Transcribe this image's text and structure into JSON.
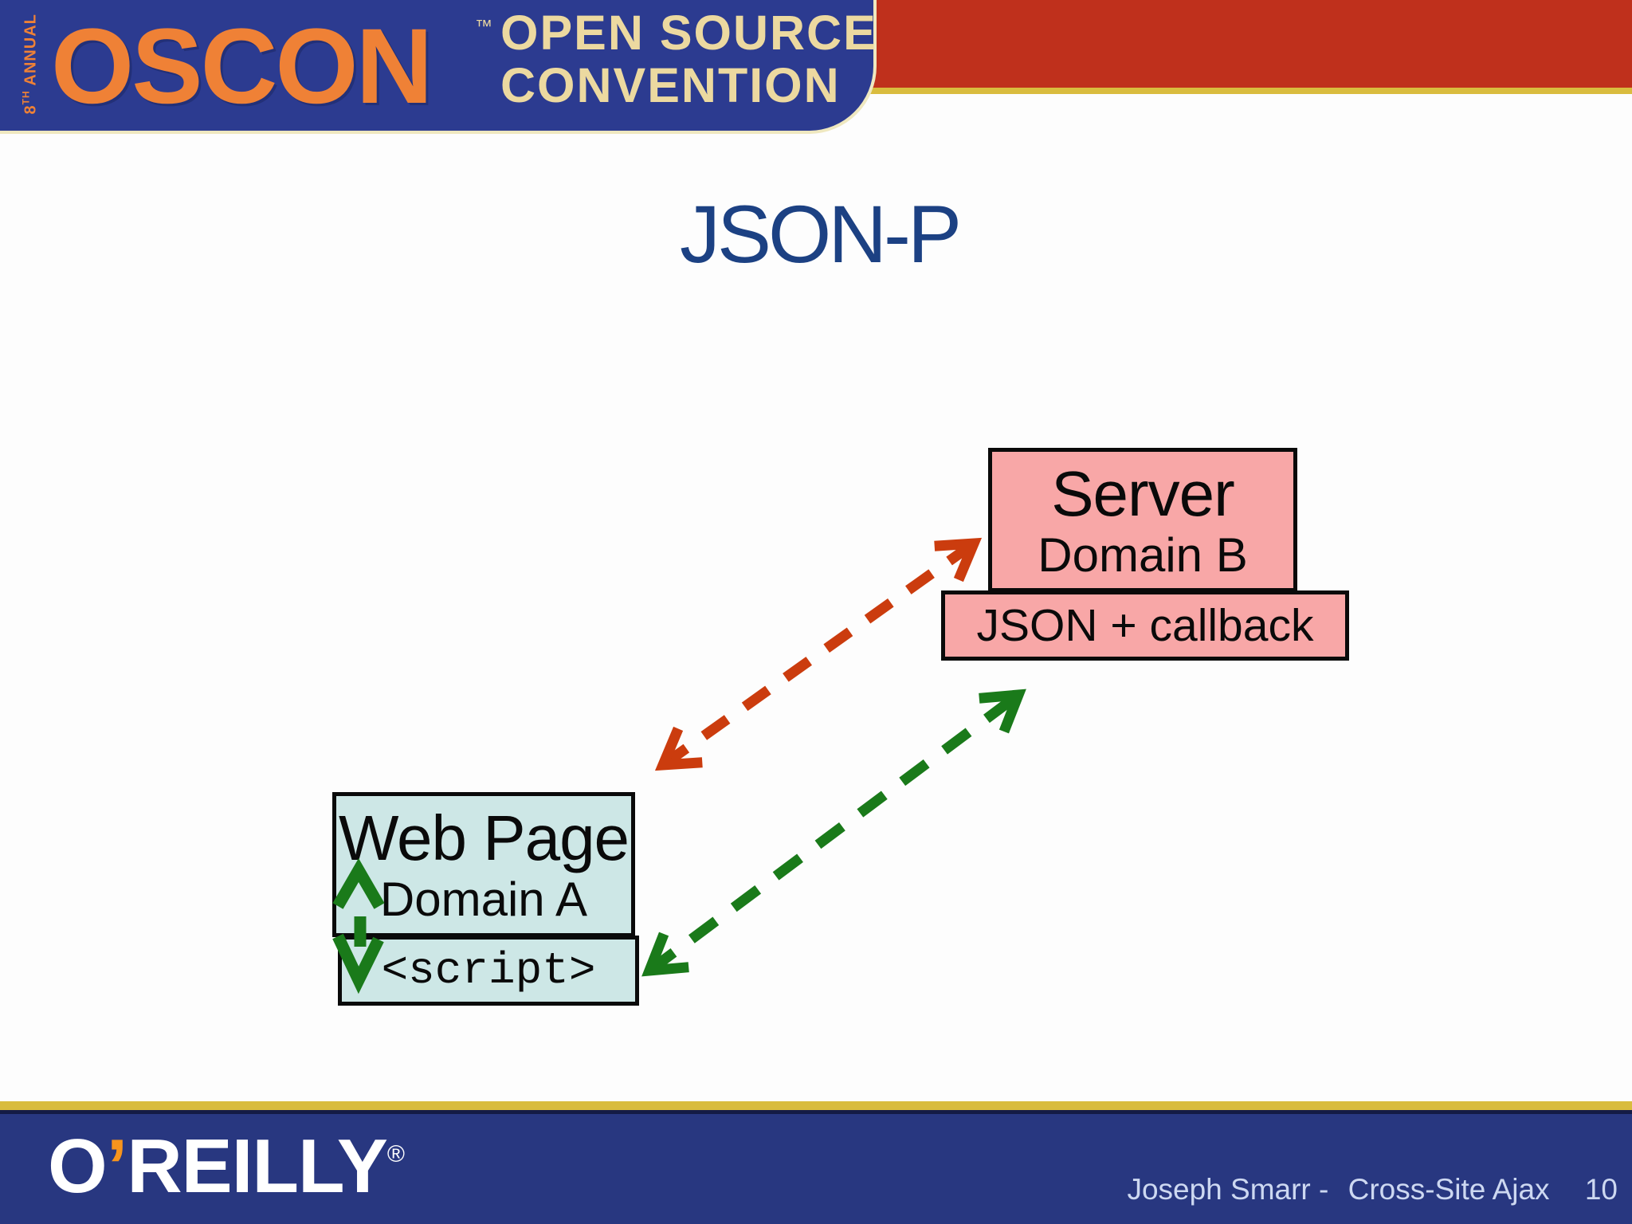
{
  "palette": {
    "header_navy": "#2c3b90",
    "header_red": "#bf301c",
    "gold": "#d9bc3e",
    "cream_border": "#efe8c0",
    "logo_orange": "#ef8136",
    "logo_cream": "#ecd9a0",
    "title_navy": "#1c4183",
    "server_pink": "#f8a7a7",
    "page_blue": "#cde7e6",
    "request_arrow_red": "#cb3c0e",
    "response_arrow_green": "#1a7a1a",
    "footer_navy": "#283780",
    "footer_text": "#cdd8f1",
    "brand_white": "#ffffff",
    "apostrophe_orange": "#f7941d"
  },
  "header": {
    "annual_number": "8",
    "annual_ordinal": "TH",
    "annual_word": " ANNUAL",
    "logo_text": "OSCON",
    "logo_trademark": "™",
    "tagline": "OPEN SOURCE\nCONVENTION"
  },
  "slide": {
    "title": "JSON-P"
  },
  "diagram": {
    "server_box": {
      "title": "Server",
      "subtitle": "Domain B"
    },
    "json_box": {
      "label": "JSON + callback"
    },
    "webpage_box": {
      "title": "Web Page",
      "subtitle": "Domain A"
    },
    "script_box": {
      "label": "<script>"
    }
  },
  "footer": {
    "brand_o": "O",
    "brand_apostrophe": "’",
    "brand_rest": "REILLY",
    "brand_registered": "®",
    "credit_author": "Joseph Smarr -",
    "credit_deck": "Cross-Site Ajax",
    "page_number": "10"
  }
}
